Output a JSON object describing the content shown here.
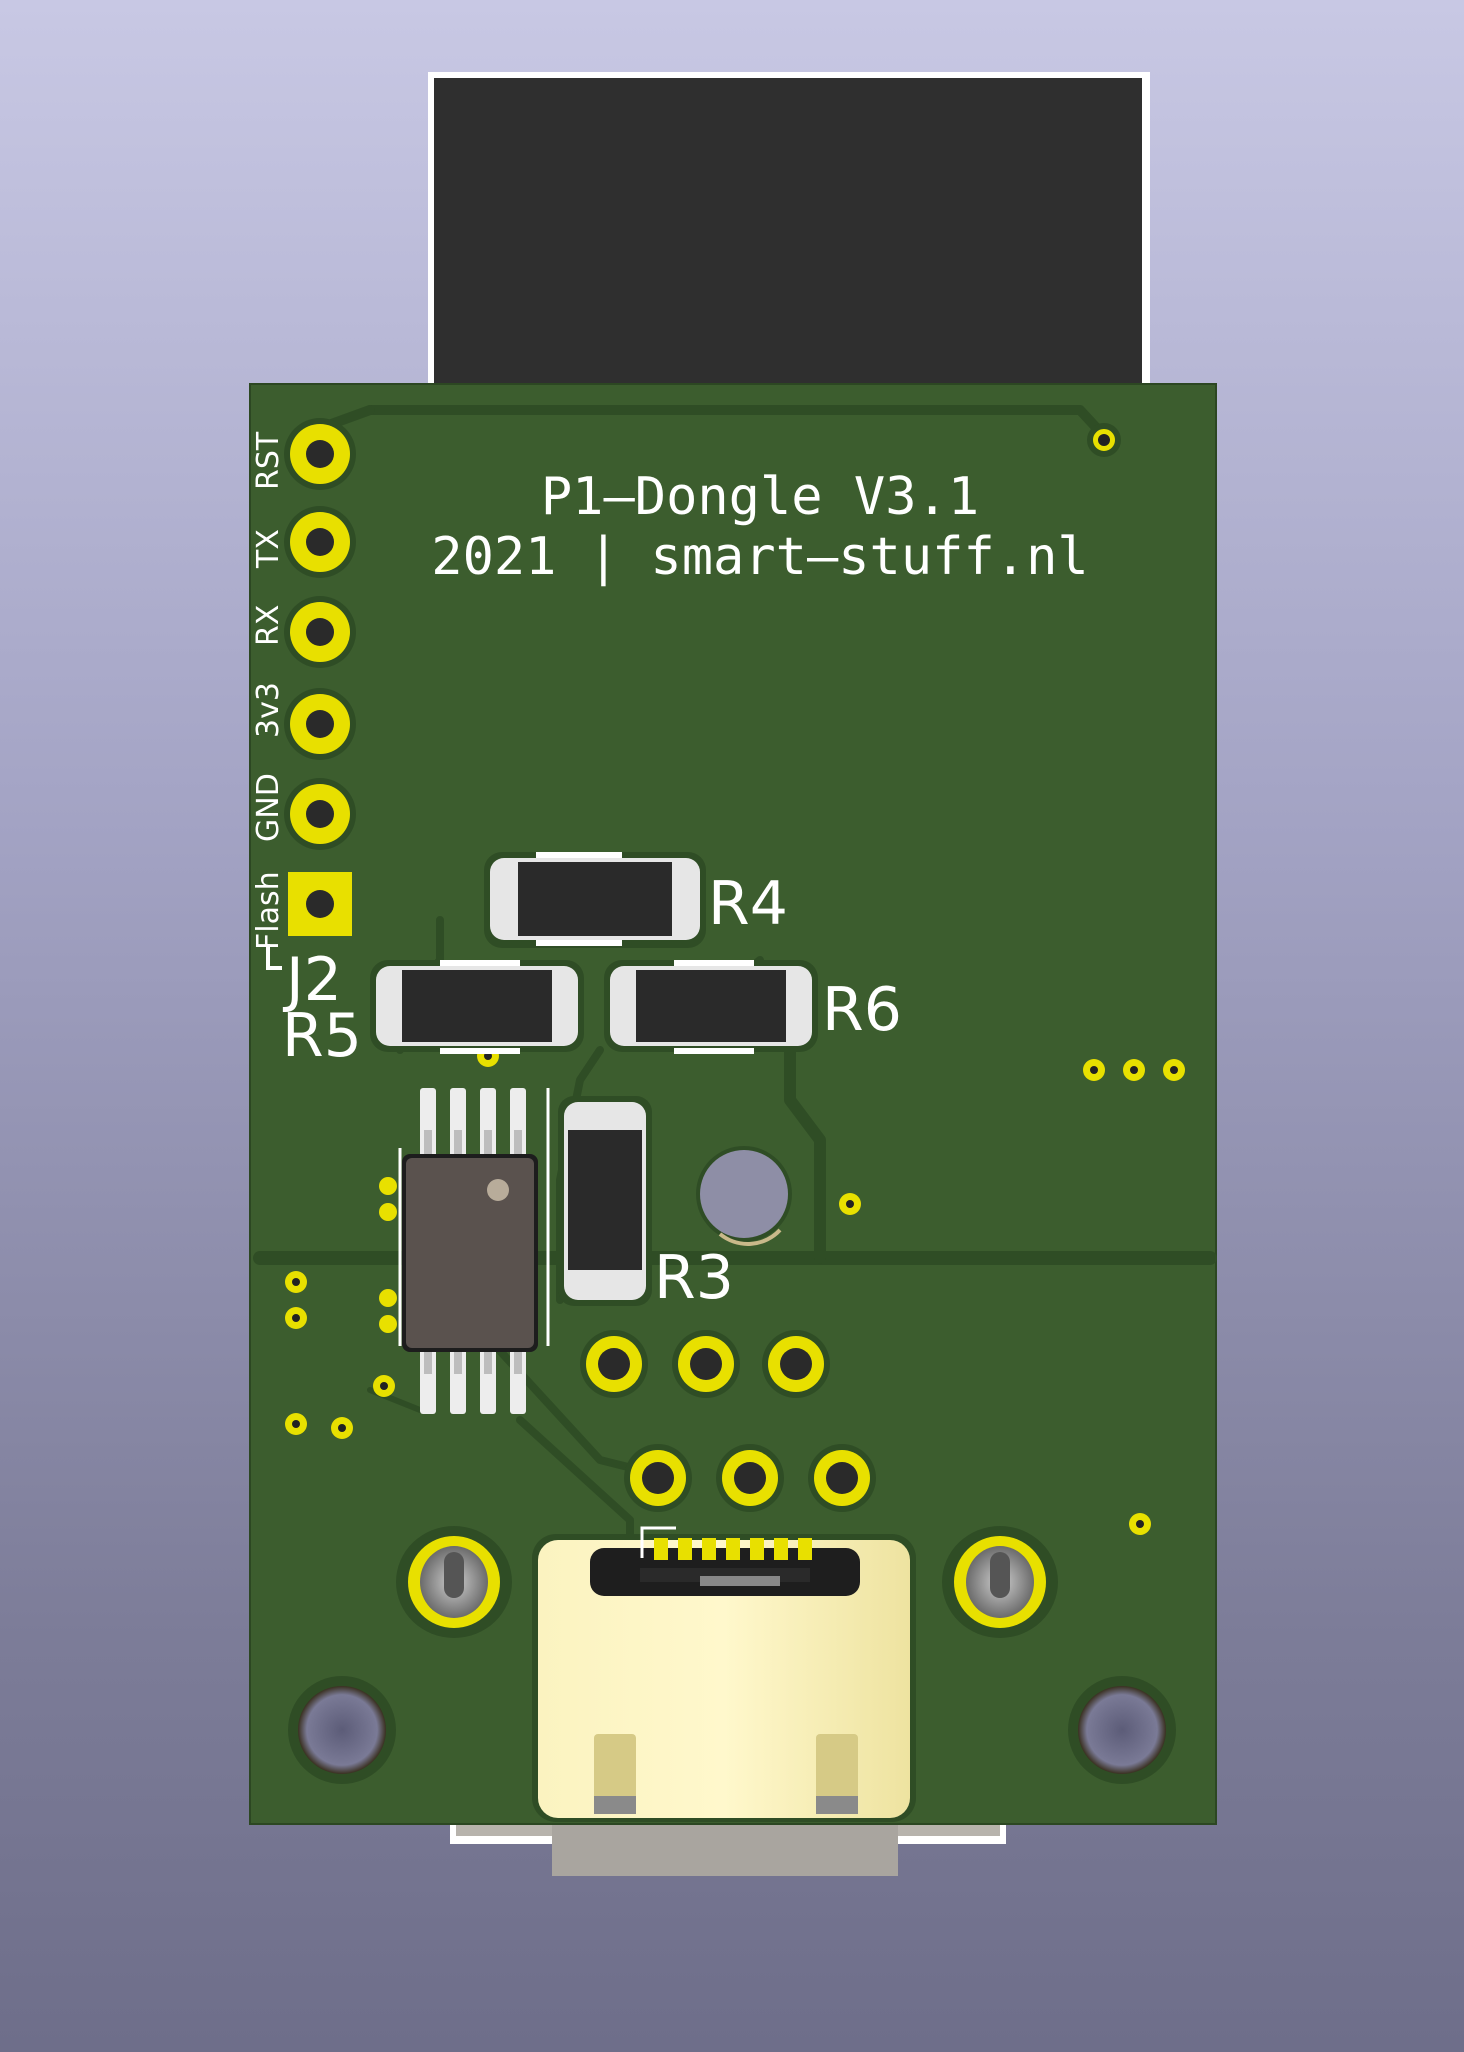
{
  "board": {
    "title_line1": "P1—Dongle V3.1",
    "title_line2": "2021 | smart—stuff.nl"
  },
  "header_pins": {
    "connector_ref": "J2",
    "pins": [
      "RST",
      "TX",
      "RX",
      "3v3",
      "GND",
      "Flash"
    ]
  },
  "components": {
    "r3": "R3",
    "r4": "R4",
    "r5": "R5",
    "r6": "R6"
  },
  "colors": {
    "pcb": "#3d5e2f",
    "copper_trace": "#34542a",
    "pad_gold": "#e8e000",
    "silkscreen": "#ffffff",
    "rj_jack": "#2e2e2e",
    "usb_shell": "#f5eeb0"
  }
}
